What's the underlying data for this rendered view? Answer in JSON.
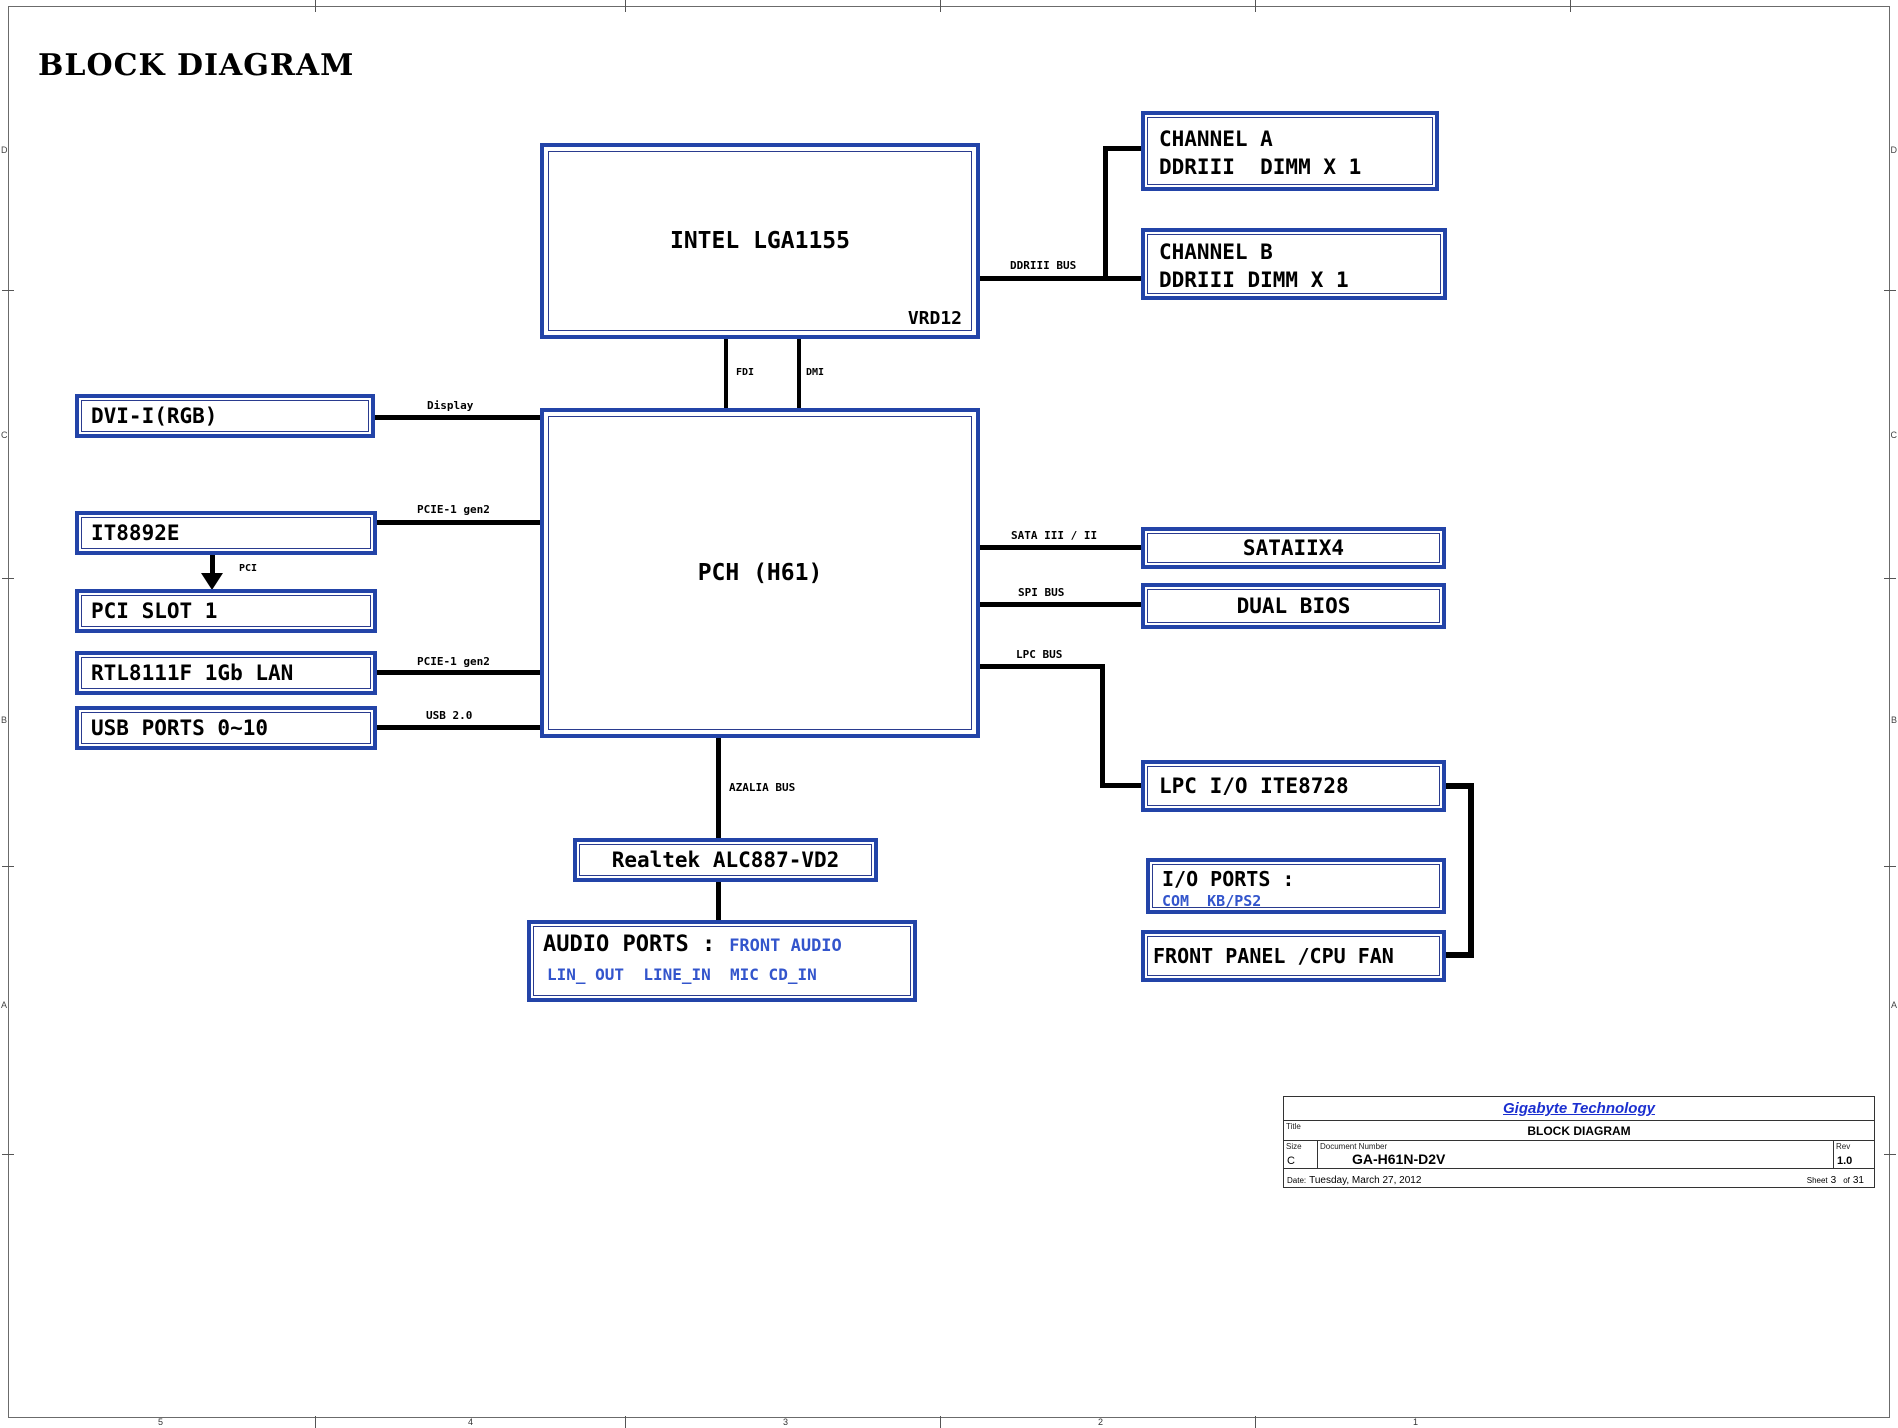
{
  "page": {
    "title": "BLOCK DIAGRAM"
  },
  "zones_left": [
    "D",
    "C",
    "B",
    "A"
  ],
  "ruler_bottom": [
    "5",
    "4",
    "3",
    "2",
    "1"
  ],
  "nodes": {
    "intel": {
      "label": "INTEL LGA1155",
      "vrd": "VRD12"
    },
    "channel_a": {
      "line1": "CHANNEL A",
      "line2": "DDRIII  DIMM X 1"
    },
    "channel_b": {
      "line1": "CHANNEL B",
      "line2": "DDRIII DIMM X 1"
    },
    "pch": {
      "label": "PCH (H61)"
    },
    "dvi": {
      "label": "DVI-I(RGB)"
    },
    "it8892e": {
      "label": "IT8892E"
    },
    "pci_slot": {
      "label": "PCI SLOT 1"
    },
    "lan": {
      "label": "RTL8111F 1Gb LAN"
    },
    "usb": {
      "label": "USB PORTS 0~10"
    },
    "sata": {
      "label": "SATAIIX4"
    },
    "dual_bios": {
      "label": "DUAL BIOS"
    },
    "lpc_io": {
      "label": "LPC I/O ITE8728"
    },
    "io_ports": {
      "label": "I/O PORTS :",
      "sub": "COM  KB/PS2"
    },
    "front_panel": {
      "label": "FRONT PANEL /CPU FAN"
    },
    "realtek": {
      "label": "Realtek ALC887-VD2"
    },
    "audio": {
      "label": "AUDIO PORTS :",
      "tag": "FRONT AUDIO",
      "line2": "LIN_ OUT  LINE_IN  MIC CD_IN"
    }
  },
  "bus_labels": {
    "ddriii": "DDRIII BUS",
    "fdi": "FDI",
    "dmi": "DMI",
    "display": "Display",
    "pcie_top": "PCIE-1 gen2",
    "pci": "PCI",
    "pcie_lan": "PCIE-1 gen2",
    "usb2": "USB 2.0",
    "sata": "SATA III / II",
    "spi": "SPI BUS",
    "lpc": "LPC BUS",
    "azalia": "AZALIA BUS"
  },
  "title_block": {
    "company": "Gigabyte Technology",
    "title_label": "Title",
    "title": "BLOCK DIAGRAM",
    "size_label": "Size",
    "size": "C",
    "doc_label": "Document Number",
    "doc_number": "GA-H61N-D2V",
    "rev_label": "Rev",
    "rev": "1.0",
    "date_label": "Date:",
    "date": "Tuesday, March 27, 2012",
    "sheet_label": "Sheet",
    "sheet": "3",
    "of_label": "of",
    "sheets_total": "31"
  },
  "colors": {
    "box_border": "#2344a8",
    "line": "#000000",
    "blue_text": "#3355cc",
    "company_blue": "#1b2fd0"
  }
}
